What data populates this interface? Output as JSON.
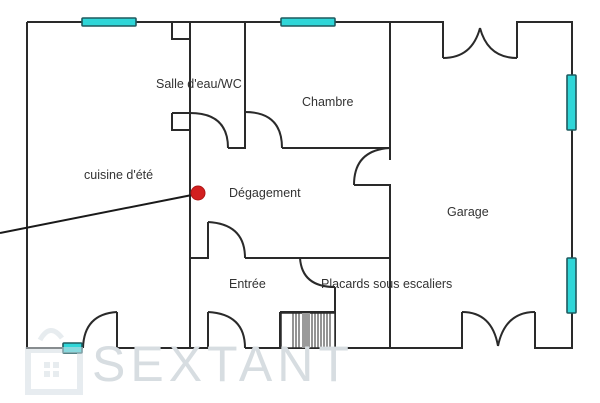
{
  "plan": {
    "rooms": [
      {
        "id": "salle-deau",
        "label": "Salle d'eau/WC"
      },
      {
        "id": "chambre",
        "label": "Chambre"
      },
      {
        "id": "cuisine",
        "label": "cuisine d'été"
      },
      {
        "id": "degagement",
        "label": "Dégagement"
      },
      {
        "id": "garage",
        "label": "Garage"
      },
      {
        "id": "entree",
        "label": "Entrée"
      },
      {
        "id": "placards",
        "label": "Placards sous escaliers"
      }
    ],
    "watermark": "SEXTANT",
    "colors": {
      "wall": "#2a2a2a",
      "window": "#2fd6d8",
      "marker": "#d21f1f",
      "watermark": "#d7dde1"
    }
  }
}
